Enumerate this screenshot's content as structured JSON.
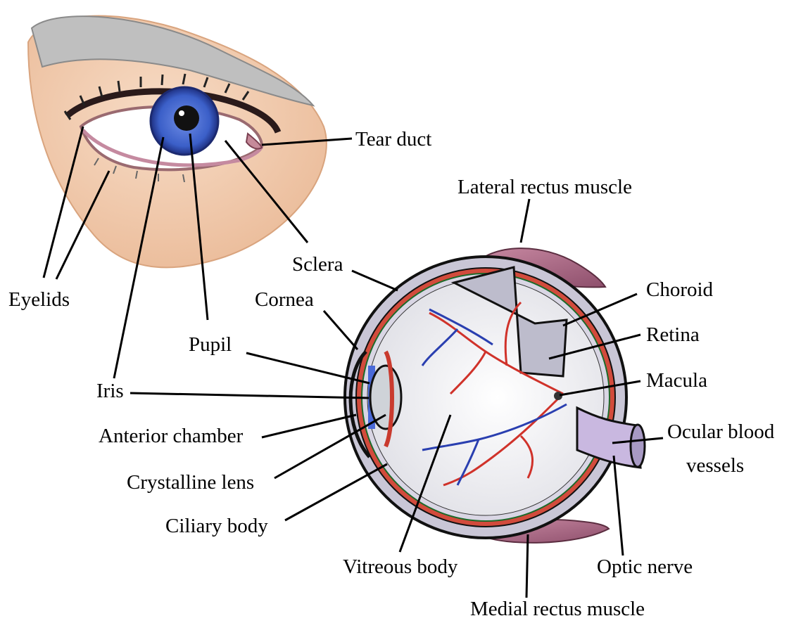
{
  "labels": {
    "tear_duct": "Tear duct",
    "lateral_rectus": "Lateral rectus muscle",
    "sclera": "Sclera",
    "eyelids": "Eyelids",
    "cornea": "Cornea",
    "choroid": "Choroid",
    "retina": "Retina",
    "pupil": "Pupil",
    "macula": "Macula",
    "iris": "Iris",
    "ocular_blood_vessels_1": "Ocular blood",
    "ocular_blood_vessels_2": "vessels",
    "anterior_chamber": "Anterior chamber",
    "crystalline_lens": "Crystalline lens",
    "ciliary_body": "Ciliary body",
    "vitreous_body": "Vitreous body",
    "optic_nerve": "Optic nerve",
    "medial_rectus": "Medial rectus muscle"
  },
  "colors": {
    "skin": "#f0c9a8",
    "iris": "#3b5fc8",
    "muscle": "#b06a85",
    "vessel_red": "#d0322a",
    "vessel_blue": "#2a3fb0",
    "sclera_layer": "#c8c8d8",
    "nerve": "#c9b8e0"
  }
}
